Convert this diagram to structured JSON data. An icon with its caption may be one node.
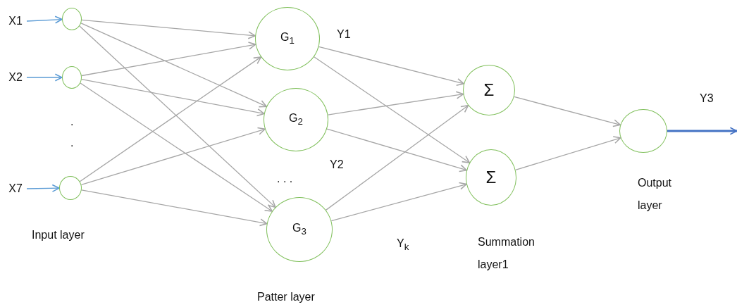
{
  "diagram": {
    "nodes": [
      {
        "text": [
          "X1"
        ]
      },
      {
        "text": [
          "X2"
        ]
      },
      {
        "text": [
          "X7"
        ]
      },
      {
        "text": [],
        "shape": "circle"
      },
      {
        "text": [],
        "shape": "circle"
      },
      {
        "text": [],
        "shape": "circle"
      },
      {
        "text": [
          "G$_{1}$"
        ]
      },
      {
        "text": [
          "G$_{2}$"
        ]
      },
      {
        "text": [
          "G$_{3}$"
        ]
      },
      {
        "text": [
          "Σ"
        ]
      },
      {
        "text": [
          "Σ"
        ]
      },
      {
        "text": [],
        "shape": "circle"
      }
    ],
    "edges": [
      {
        "from": 0,
        "to": 3,
        "arrow": "to",
        "color": "#5b9bd5"
      },
      {
        "from": 1,
        "to": 4,
        "arrow": "to",
        "color": "#5b9bd5"
      },
      {
        "from": 2,
        "to": 5,
        "arrow": "to",
        "color": "#5b9bd5"
      },
      {
        "from": 3,
        "to": 6,
        "arrow": "to"
      },
      {
        "from": 3,
        "to": 7,
        "arrow": "to"
      },
      {
        "from": 3,
        "to": 8,
        "arrow": "to"
      },
      {
        "from": 4,
        "to": 6,
        "arrow": "to"
      },
      {
        "from": 4,
        "to": 7,
        "arrow": "to"
      },
      {
        "from": 4,
        "to": 8,
        "arrow": "to"
      },
      {
        "from": 5,
        "to": 6,
        "arrow": "to"
      },
      {
        "from": 5,
        "to": 7,
        "arrow": "to"
      },
      {
        "from": 5,
        "to": 8,
        "arrow": "to"
      },
      {
        "from": 6,
        "to": 9,
        "arrow": "to"
      },
      {
        "from": 6,
        "to": 10,
        "arrow": "to"
      },
      {
        "from": 7,
        "to": 9,
        "arrow": "to"
      },
      {
        "from": 7,
        "to": 10,
        "arrow": "to"
      },
      {
        "from": 8,
        "to": 9,
        "arrow": "to"
      },
      {
        "from": 8,
        "to": 10,
        "arrow": "to"
      },
      {
        "from": 9,
        "to": 11,
        "arrow": "to"
      },
      {
        "from": 10,
        "to": 11,
        "arrow": "to"
      },
      {
        "from": 11,
        "to": null,
        "arrow": "to",
        "label": "Y3",
        "color": "#4472c4",
        "style": "thick"
      }
    ],
    "labels": [
      "Y1",
      ".",
      ".",
      "Y2",
      ". . .",
      "Input layer",
      "Y$_{k}$",
      "Summation layer1",
      "Output layer",
      "Patter layer"
    ]
  }
}
